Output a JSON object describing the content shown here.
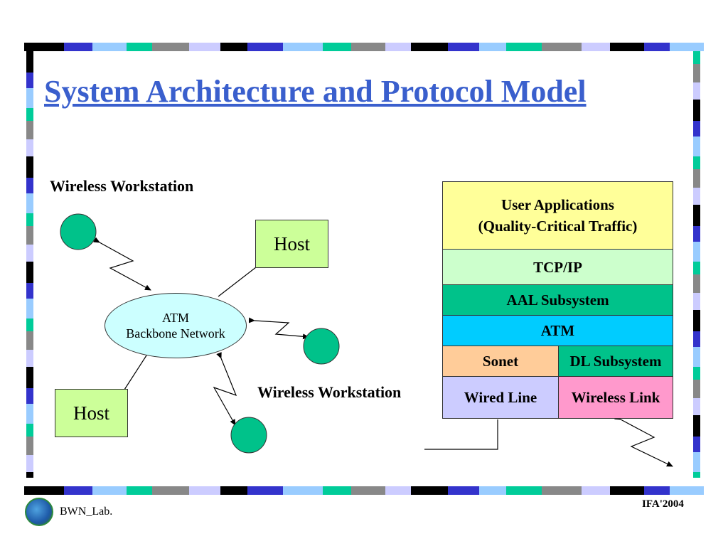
{
  "title": "System Architecture and Protocol Model",
  "labels": {
    "wireless_workstation_top": "Wireless Workstation",
    "wireless_workstation_bottom": "Wireless Workstation"
  },
  "hosts": {
    "host_top": "Host",
    "host_bottom": "Host"
  },
  "atm_network": {
    "line1": "ATM",
    "line2": "Backbone Network"
  },
  "protocol_stack": {
    "user_apps_line1": "User Applications",
    "user_apps_line2": "(Quality-Critical Traffic)",
    "tcp_ip": "TCP/IP",
    "aal": "AAL Subsystem",
    "atm": "ATM",
    "sonet": "Sonet",
    "dl_subsystem": "DL Subsystem",
    "wired_line": "Wired Line",
    "wireless_link": "Wireless Link"
  },
  "footer": {
    "lab": "BWN_Lab.",
    "conference": "IFA'2004"
  },
  "colors": {
    "title": "#3a5fcd",
    "host_fill": "#ccff99",
    "atm_oval_fill": "#ccffff",
    "workstation_fill": "#00c28a",
    "user_apps_fill": "#ffff99",
    "tcp_ip_fill": "#ccffcc",
    "aal_fill": "#00c28a",
    "atm_fill": "#00ccff",
    "sonet_fill": "#ffcc99",
    "dl_fill": "#00c28a",
    "wired_fill": "#ccccff",
    "wireless_fill": "#ff99cc"
  }
}
